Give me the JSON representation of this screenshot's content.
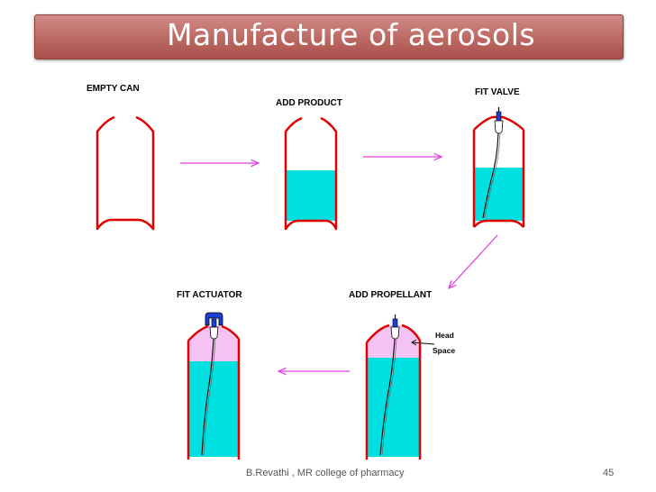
{
  "slide": {
    "title": "Manufacture of aerosols",
    "footer": "B.Revathi , MR college of pharmacy",
    "page_number": "45"
  },
  "colors": {
    "can_wall": "#e00000",
    "product": "#00e0e0",
    "head_space": "#f4c3f4",
    "arrow": "#e040e0",
    "valve": "#1a3fd6"
  },
  "steps": [
    {
      "label": "EMPTY CAN"
    },
    {
      "label": "ADD PRODUCT"
    },
    {
      "label": "FIT VALVE"
    },
    {
      "label": "ADD PROPELLANT",
      "annotation": [
        "Head",
        "Space"
      ]
    },
    {
      "label": "FIT ACTUATOR"
    }
  ]
}
